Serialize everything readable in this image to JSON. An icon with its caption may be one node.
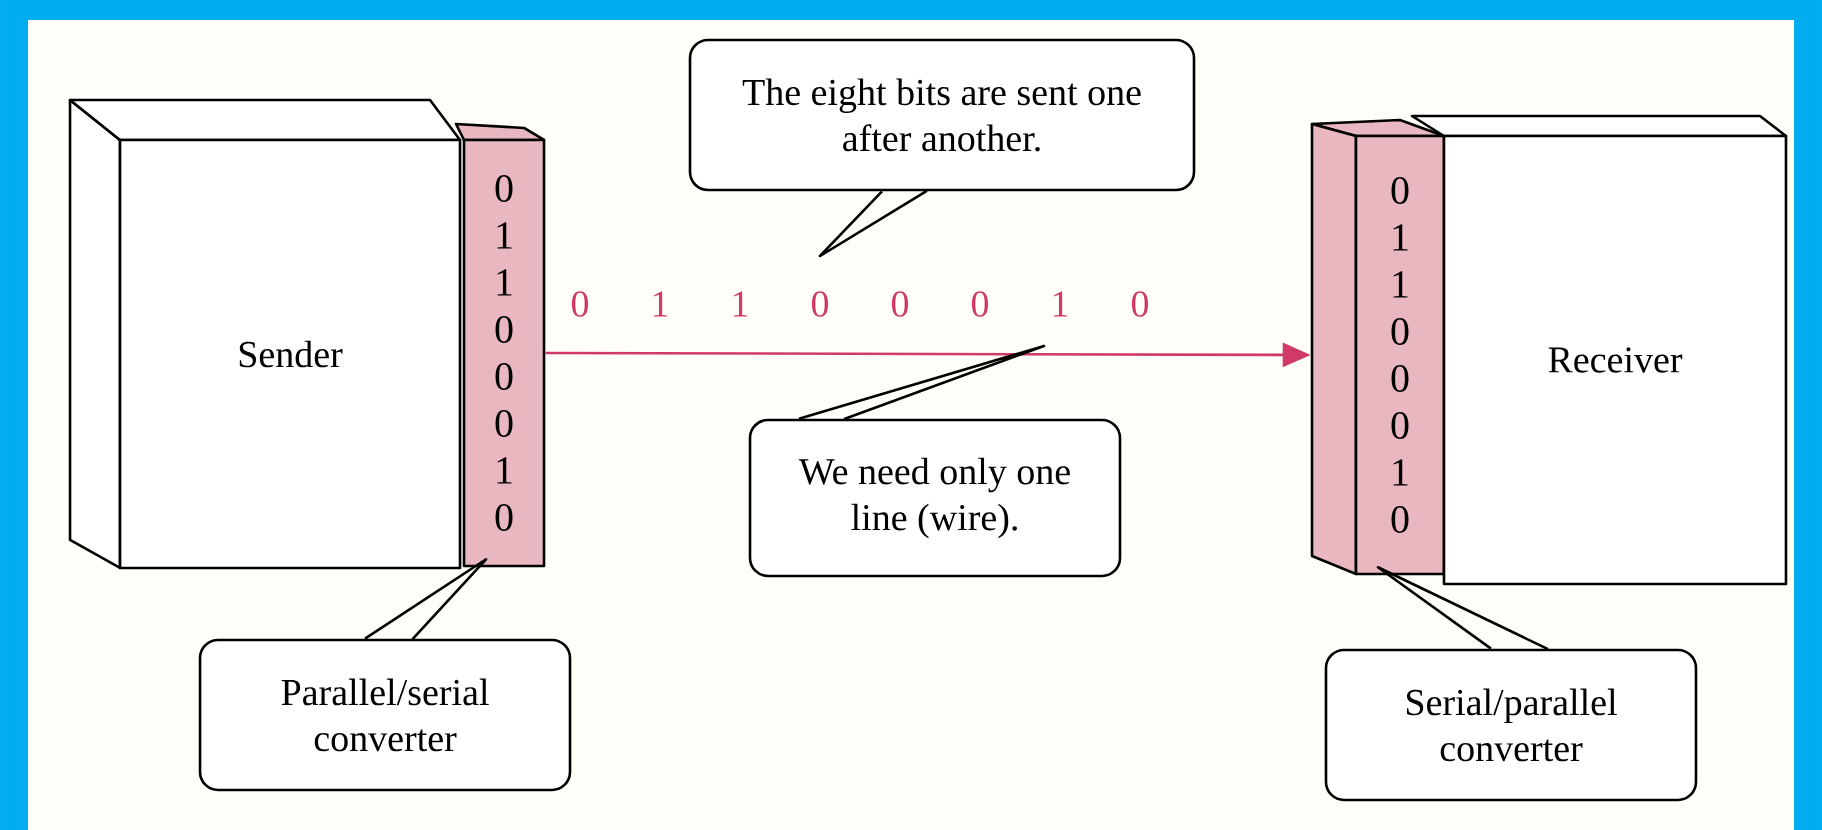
{
  "diagram": {
    "nodes": [
      {
        "text": [
          "Sender"
        ]
      },
      {
        "text": [
          "0",
          "1",
          "1",
          "0",
          "0",
          "0",
          "1",
          "0"
        ]
      },
      {
        "text": [
          "0",
          "1",
          "1",
          "0",
          "0",
          "0",
          "1",
          "0"
        ]
      },
      {
        "text": [
          "Receiver"
        ]
      },
      {
        "text": [
          "The eight bits are sent one after another."
        ]
      },
      {
        "text": [
          "We need only one line (wire)."
        ]
      },
      {
        "text": [
          "Parallel/serial converter"
        ]
      },
      {
        "text": [
          "Serial/parallel converter"
        ]
      }
    ],
    "edges": [
      {
        "from": 1,
        "to": 2,
        "arrow": "to",
        "color": "#d03a66"
      },
      {
        "from": 4,
        "to": null,
        "arrow": "none"
      },
      {
        "from": 5,
        "to": null,
        "arrow": "none"
      },
      {
        "from": 6,
        "to": 1,
        "arrow": "none"
      },
      {
        "from": 7,
        "to": 2,
        "arrow": "none"
      }
    ],
    "labels": [
      "0",
      "1",
      "1",
      "0",
      "0",
      "0",
      "1",
      "0"
    ]
  }
}
